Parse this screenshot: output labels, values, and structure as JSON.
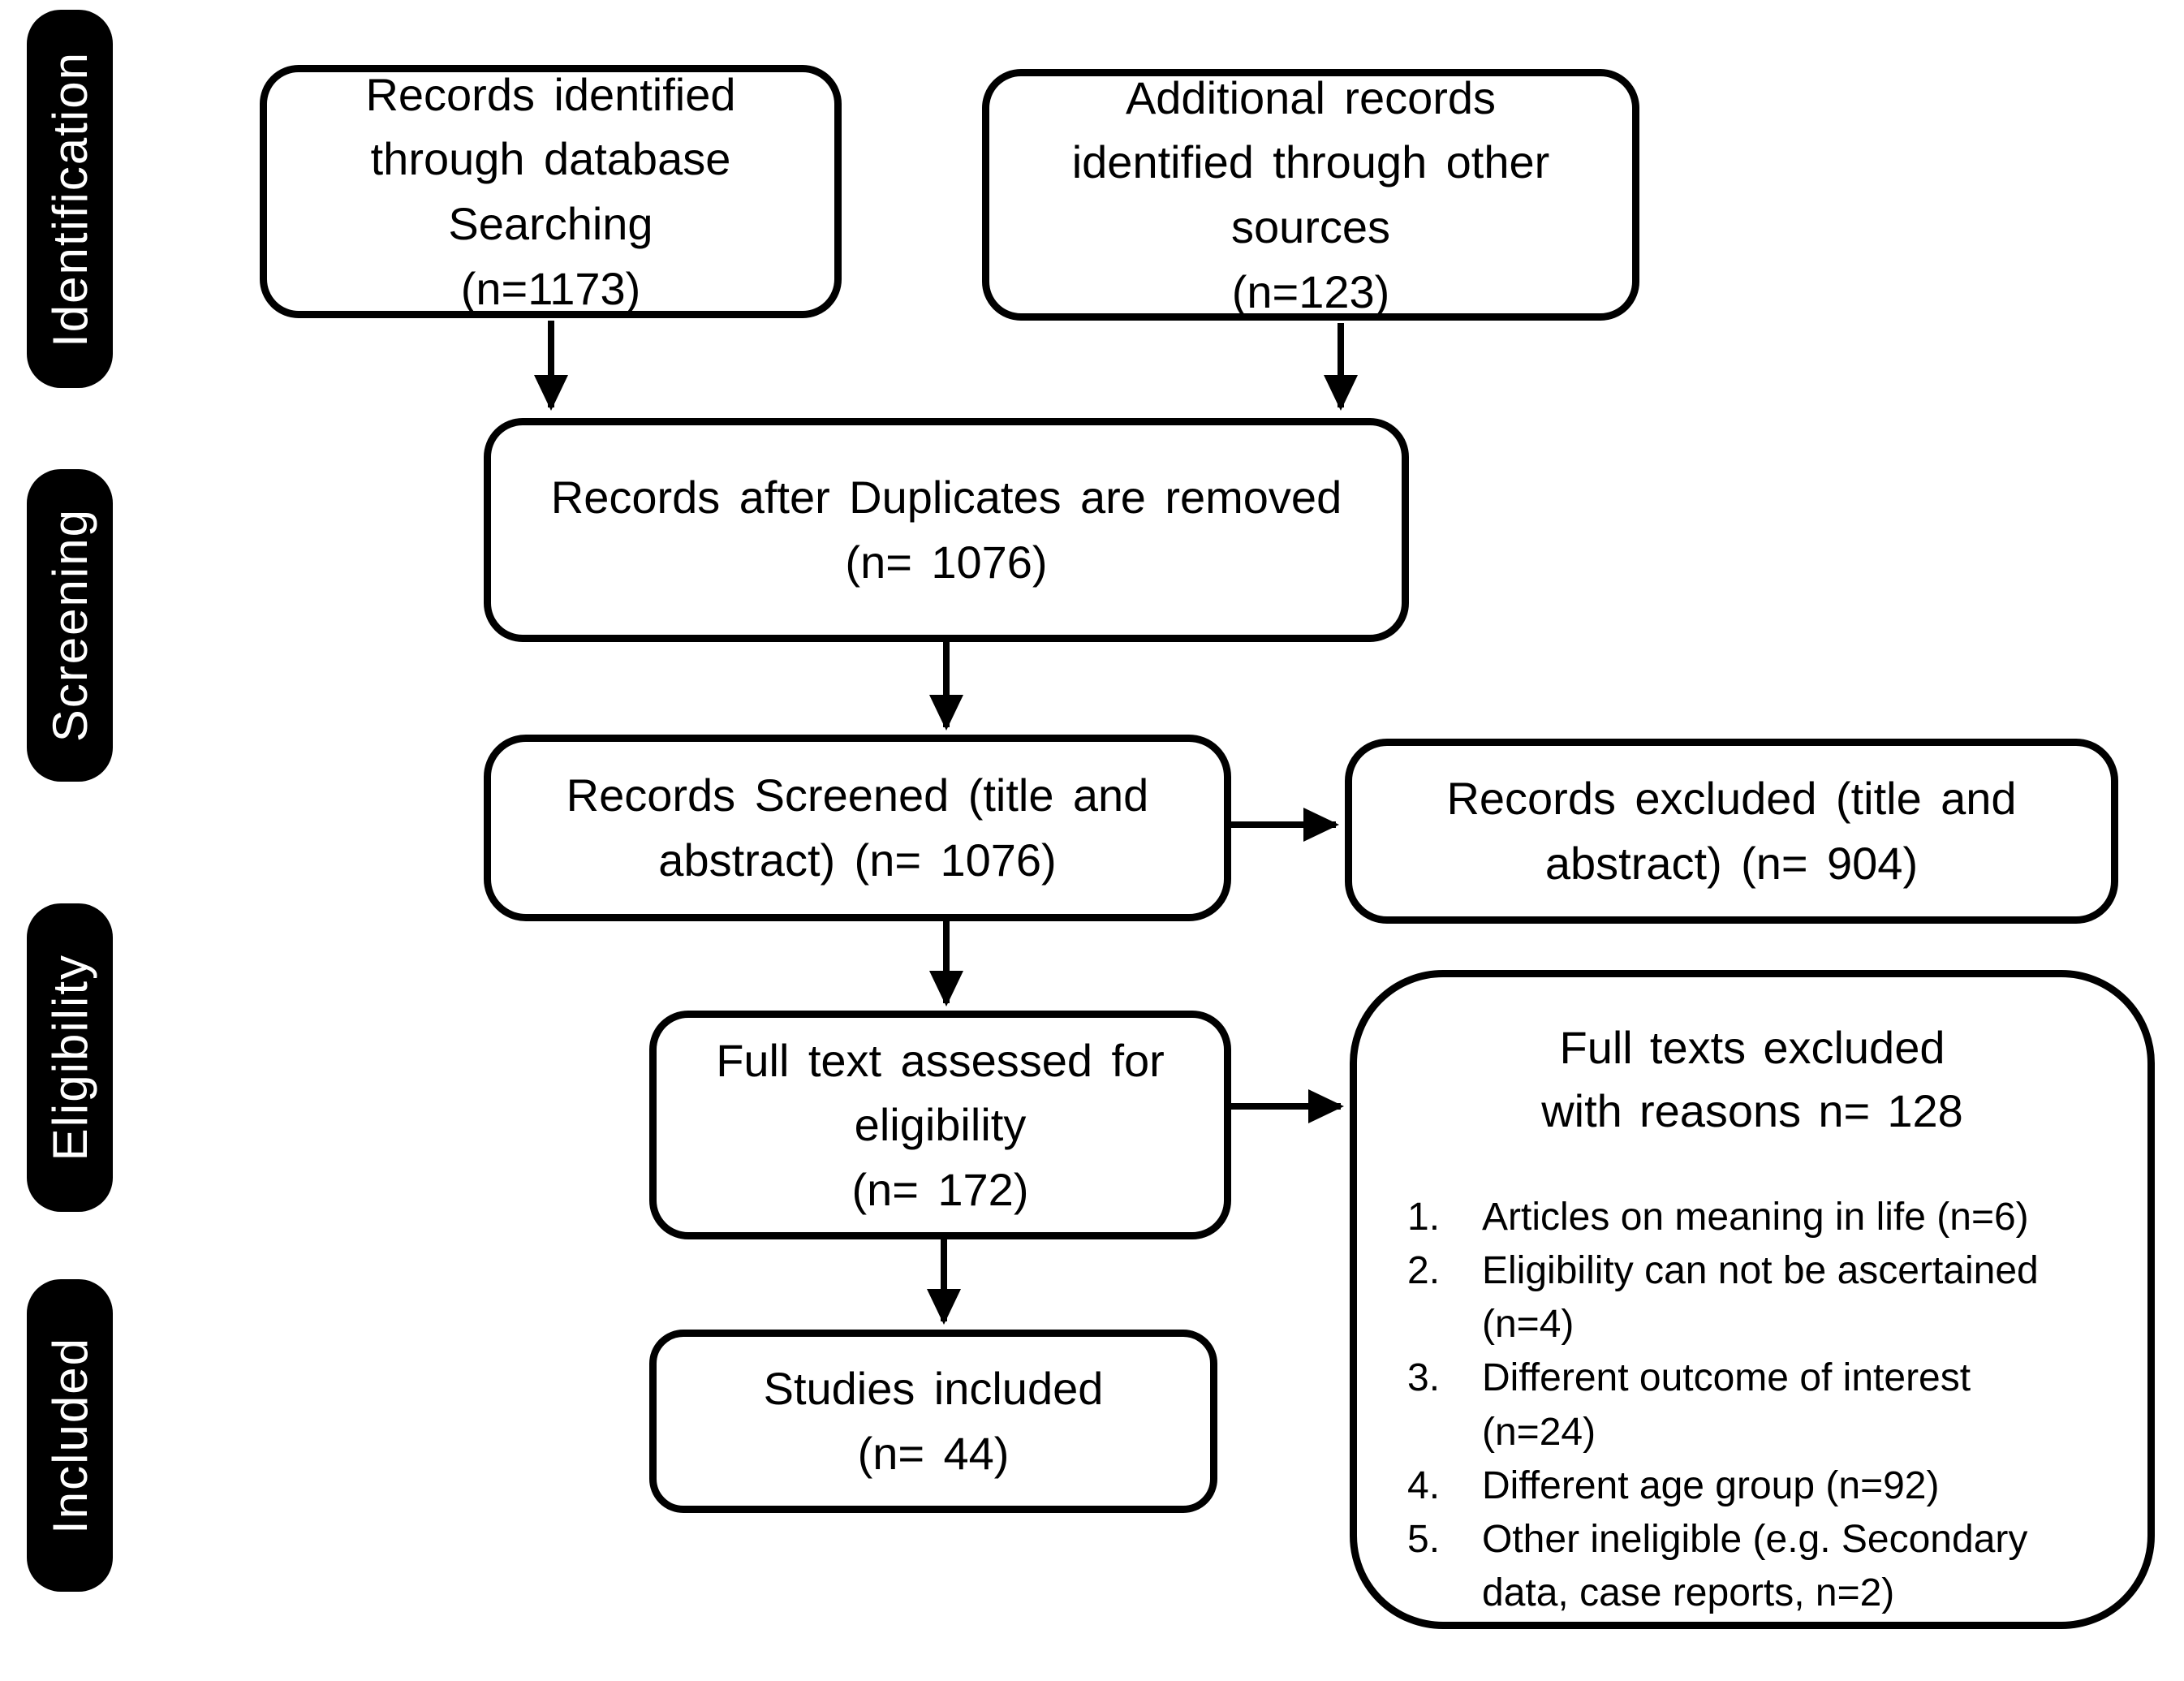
{
  "diagram": {
    "kind": "PRISMA flow diagram",
    "colors": {
      "background": "#ffffff",
      "box_fill": "#ffffff",
      "box_border": "#000000",
      "stage_fill": "#000000",
      "stage_text": "#ffffff",
      "arrow": "#000000"
    }
  },
  "stages": [
    {
      "label": "Identification"
    },
    {
      "label": "Screening"
    },
    {
      "label": "Eligibility"
    },
    {
      "label": "Included"
    }
  ],
  "boxes": {
    "database_search": {
      "text": "Records identified\nthrough database\nSearching\n(n=1173)",
      "n": 1173
    },
    "other_sources": {
      "text": "Additional records\nidentified through other\nsources\n(n=123)",
      "n": 123
    },
    "after_duplicates": {
      "text": "Records after Duplicates are removed\n(n= 1076)",
      "n": 1076
    },
    "screened": {
      "text": "Records Screened (title and\nabstract) (n= 1076)",
      "n": 1076
    },
    "excluded_title_abstract": {
      "text": "Records excluded (title and\nabstract)  (n= 904)",
      "n": 904
    },
    "full_text_assessed": {
      "text": "Full text assessed for\neligibility\n(n= 172)",
      "n": 172
    },
    "full_texts_excluded": {
      "title": "Full texts excluded\nwith reasons n= 128",
      "n": 128,
      "reasons": [
        {
          "number": "1.",
          "text": "Articles on meaning in life (n=6)"
        },
        {
          "number": "2.",
          "text": "Eligibility can not be ascertained\n(n=4)"
        },
        {
          "number": "3.",
          "text": "Different outcome of interest\n(n=24)"
        },
        {
          "number": "4.",
          "text": "Different age group (n=92)"
        },
        {
          "number": "5.",
          "text": "Other ineligible (e.g. Secondary\ndata, case reports, n=2)"
        }
      ]
    },
    "studies_included": {
      "text": "Studies included\n(n= 44)",
      "n": 44
    }
  }
}
